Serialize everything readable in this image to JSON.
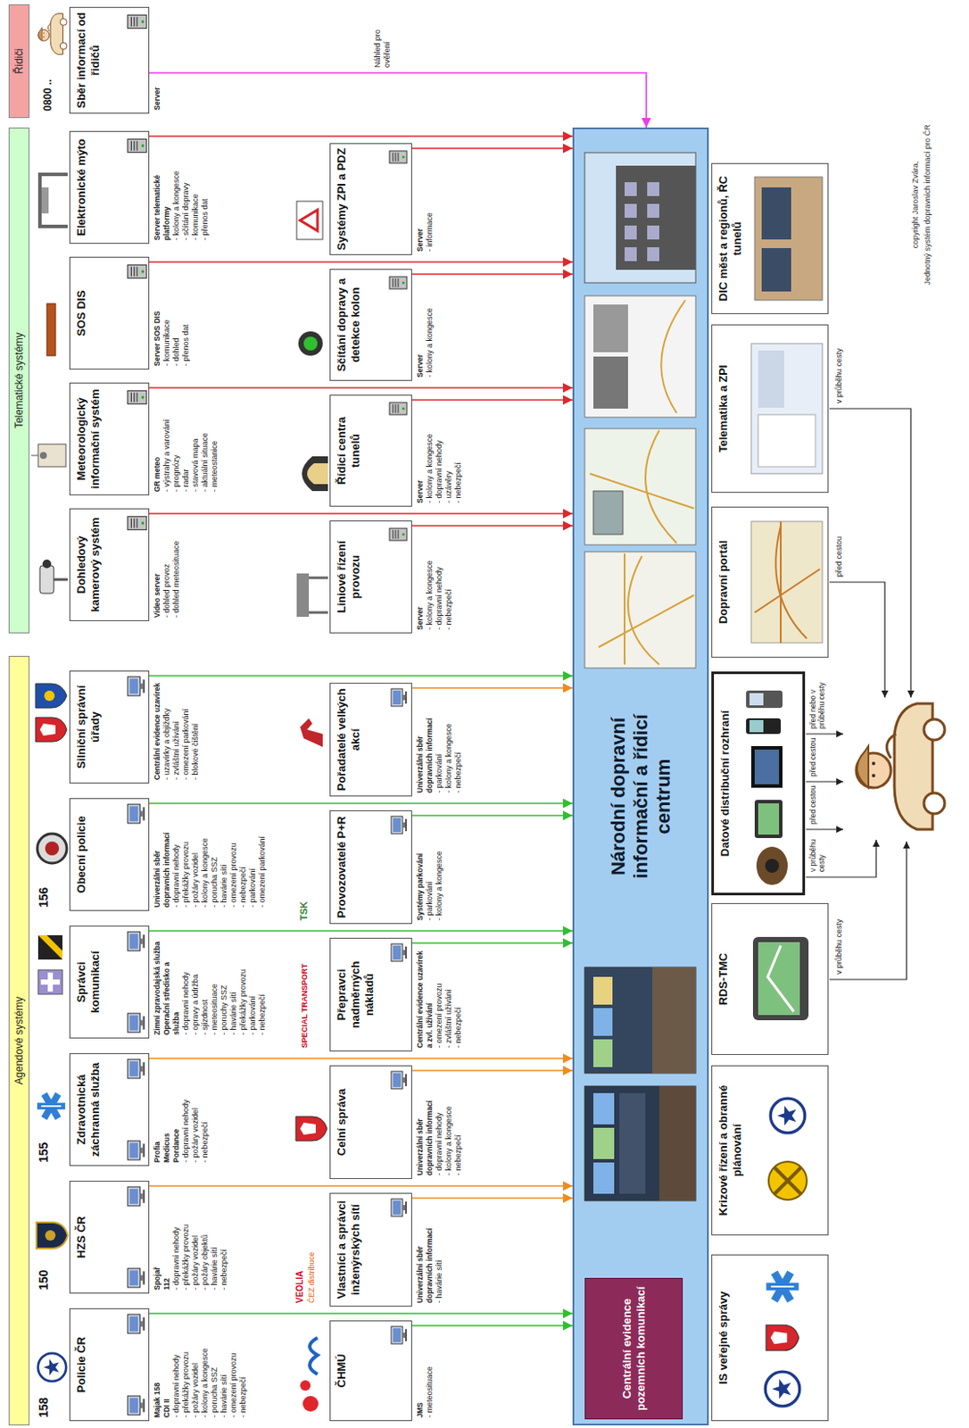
{
  "diagram": {
    "nodes": [
      {
        "text": [
          "Agendové systémy"
        ]
      },
      {
        "text": [
          "Telematické systémy"
        ]
      },
      {
        "text": [
          "Řidiči"
        ]
      },
      {
        "text": [
          "Policie ČR"
        ]
      },
      {
        "text": [
          "HZS ČR"
        ]
      },
      {
        "text": [
          "Zdravotnická záchranná služba"
        ]
      },
      {
        "text": [
          "Správci komunikací"
        ]
      },
      {
        "text": [
          "Obecní policie"
        ]
      },
      {
        "text": [
          "Silniční správní úřady"
        ]
      },
      {
        "text": [
          "Dohledový kamerový systém"
        ]
      },
      {
        "text": [
          "Meteorologický informační systém"
        ]
      },
      {
        "text": [
          "SOS DIS"
        ]
      },
      {
        "text": [
          "Elektronické mýto"
        ]
      },
      {
        "text": [
          "Sběr informací od řidičů"
        ]
      },
      {
        "text": [
          "ČHMÚ"
        ]
      },
      {
        "text": [
          "Vlastníci a správci inženýrských sítí"
        ]
      },
      {
        "text": [
          "Celní správa"
        ]
      },
      {
        "text": [
          "Přepravci nadměrných nákladů"
        ]
      },
      {
        "text": [
          "Provozovatelé P+R"
        ]
      },
      {
        "text": [
          "Pořadatelé velkých akcí"
        ]
      },
      {
        "text": [
          "Liniové řízení provozu"
        ]
      },
      {
        "text": [
          "Řídicí centra tunelů"
        ]
      },
      {
        "text": [
          "Sčítání dopravy a detekce kolon"
        ]
      },
      {
        "text": [
          "Systémy ZPI a PDZ"
        ]
      },
      {
        "text": [
          "Národní dopravní informační a řídicí centrum"
        ]
      },
      {
        "text": [
          "Centrální evidence pozemních komunikací"
        ],
        "in": 24
      },
      {
        "text": [
          "IS veřejné správy"
        ]
      },
      {
        "text": [
          "Krizové řízení a obranné plánování"
        ]
      },
      {
        "text": [
          "RDS-TMC"
        ]
      },
      {
        "text": [
          "Datové distribuční rozhraní"
        ]
      },
      {
        "text": [
          "Dopravní portál"
        ]
      },
      {
        "text": [
          "Telematika a ZPI"
        ]
      },
      {
        "text": [
          "DIC měst a regionů, ŘC tunelů"
        ]
      }
    ],
    "edges": [
      {
        "from": 3,
        "to": 24,
        "arrow": "to"
      },
      {
        "from": 4,
        "to": 24,
        "arrow": "to"
      },
      {
        "from": 5,
        "to": 24,
        "arrow": "to"
      },
      {
        "from": 6,
        "to": 24,
        "arrow": "to"
      },
      {
        "from": 7,
        "to": 24,
        "arrow": "to"
      },
      {
        "from": 8,
        "to": 24,
        "arrow": "to"
      },
      {
        "from": 9,
        "to": 24,
        "arrow": "to"
      },
      {
        "from": 10,
        "to": 24,
        "arrow": "to"
      },
      {
        "from": 11,
        "to": 24,
        "arrow": "to"
      },
      {
        "from": 12,
        "to": 24,
        "arrow": "to"
      },
      {
        "from": 13,
        "to": 24,
        "label": "Náhled pro ověření",
        "arrow": "to"
      },
      {
        "from": 14,
        "to": 24,
        "arrow": "to"
      },
      {
        "from": 15,
        "to": 24,
        "arrow": "to"
      },
      {
        "from": 16,
        "to": 24,
        "arrow": "to"
      },
      {
        "from": 17,
        "to": 24,
        "arrow": "to"
      },
      {
        "from": 18,
        "to": 24,
        "arrow": "to"
      },
      {
        "from": 19,
        "to": 24,
        "arrow": "to"
      },
      {
        "from": 20,
        "to": 24,
        "arrow": "to"
      },
      {
        "from": 21,
        "to": 24,
        "arrow": "to"
      },
      {
        "from": 22,
        "to": 24,
        "arrow": "to"
      },
      {
        "from": 23,
        "to": 24,
        "arrow": "to"
      }
    ],
    "labels": [
      "Majak 158",
      "CDI II",
      "- dopravní nehody",
      "- překážky provozu",
      "- požáry vozidel",
      "- kolony a kongesce",
      "- porucha SSZ",
      "- havárie sítí",
      "- omezení provozu",
      "- nebezpečí",
      "Spojař",
      "112",
      "- dopravní nehody",
      "- překážky provozu",
      "- požáry vozidel",
      "- požáry objektů",
      "- havárie sítí",
      "- nebezpečí",
      "Profia",
      "Medicus",
      "Pordance",
      "- dopravní nehody",
      "- požáry vozidel",
      "- nebezpečí",
      "Zimní zpravodajská služba",
      "Operační středisko a služba",
      "- dopravní nehody",
      "- opravy a údržba",
      "- sjízdnost",
      "- meteosituace",
      "- poruchy SSZ",
      "- havárie sítí",
      "- překážky provozu",
      "- parkování",
      "- nebezpečí",
      "Univerzální sběr dopravních informací",
      "- dopravní nehody",
      "- překážky provozu",
      "- požáry vozidel",
      "- kolony a kongesce",
      "- porucha SSZ",
      "- havárie sítí",
      "- omezení provozu",
      "- nebezpečí",
      "- parkování",
      "- omezení parkování",
      "Centrální evidence uzavírek",
      "- uzavírky a objížďky",
      "- zvláštní užívání",
      "- omezení parkování",
      "- blokové čištění",
      "Video server",
      "- dohled provoz",
      "- dohled meteosituace",
      "GR meteo",
      "- výstrahy a varování",
      "- prognózy",
      "- radar",
      "- stavová mapa",
      "- aktuální situace",
      "- meteostanice",
      "Server SOS DIS",
      "- komunikace",
      "- dohled",
      "- přenos dat",
      "Server telematické platformy",
      "- kolony a kongesce",
      "- sčítání dopravy",
      "- komunikace",
      "- přenos dat",
      "Server",
      "JMS",
      "- meteosituace",
      "Univerzální sběr dopravních informací",
      "- havárie sítí",
      "Univerzální sběr dopravních informací",
      "- dopravní nehody",
      "- kolony a kongesce",
      "- nebezpečí",
      "Centrální evidence uzavírek a zvl. užívání",
      "- omezení provozu",
      "- zvláštní užívání",
      "- nebezpečí",
      "Systémy parkování",
      "- parkování",
      "- kolony a kongesce",
      "Univerzální sběr dopravních informací",
      "- parkování",
      "- kolony a kongesce",
      "- nebezpečí",
      "Server",
      "- kolony a kongesce",
      "- dopravní nehody",
      "- nebezpečí",
      "Server",
      "- kolony a kongesce",
      "- dopravní nehody",
      "- uzávěry",
      "- nebezpečí",
      "Server",
      "- kolony a kongesce",
      "Server",
      "- informace",
      "158",
      "150",
      "155",
      "156",
      "0800 ..",
      "VEOLIA",
      "ČEZ distribuce",
      "SPECIAL TRANSPORT",
      "TSK",
      "v průběhu cesty",
      "v průběhu cesty",
      "před cestou",
      "před cestou",
      "před nebo v průběhu cesty",
      "před cestou",
      "v průběhu cesty",
      "copyright Jaroslav Zvára,",
      "Jednotný systém dopravních informací pro ČR"
    ]
  }
}
